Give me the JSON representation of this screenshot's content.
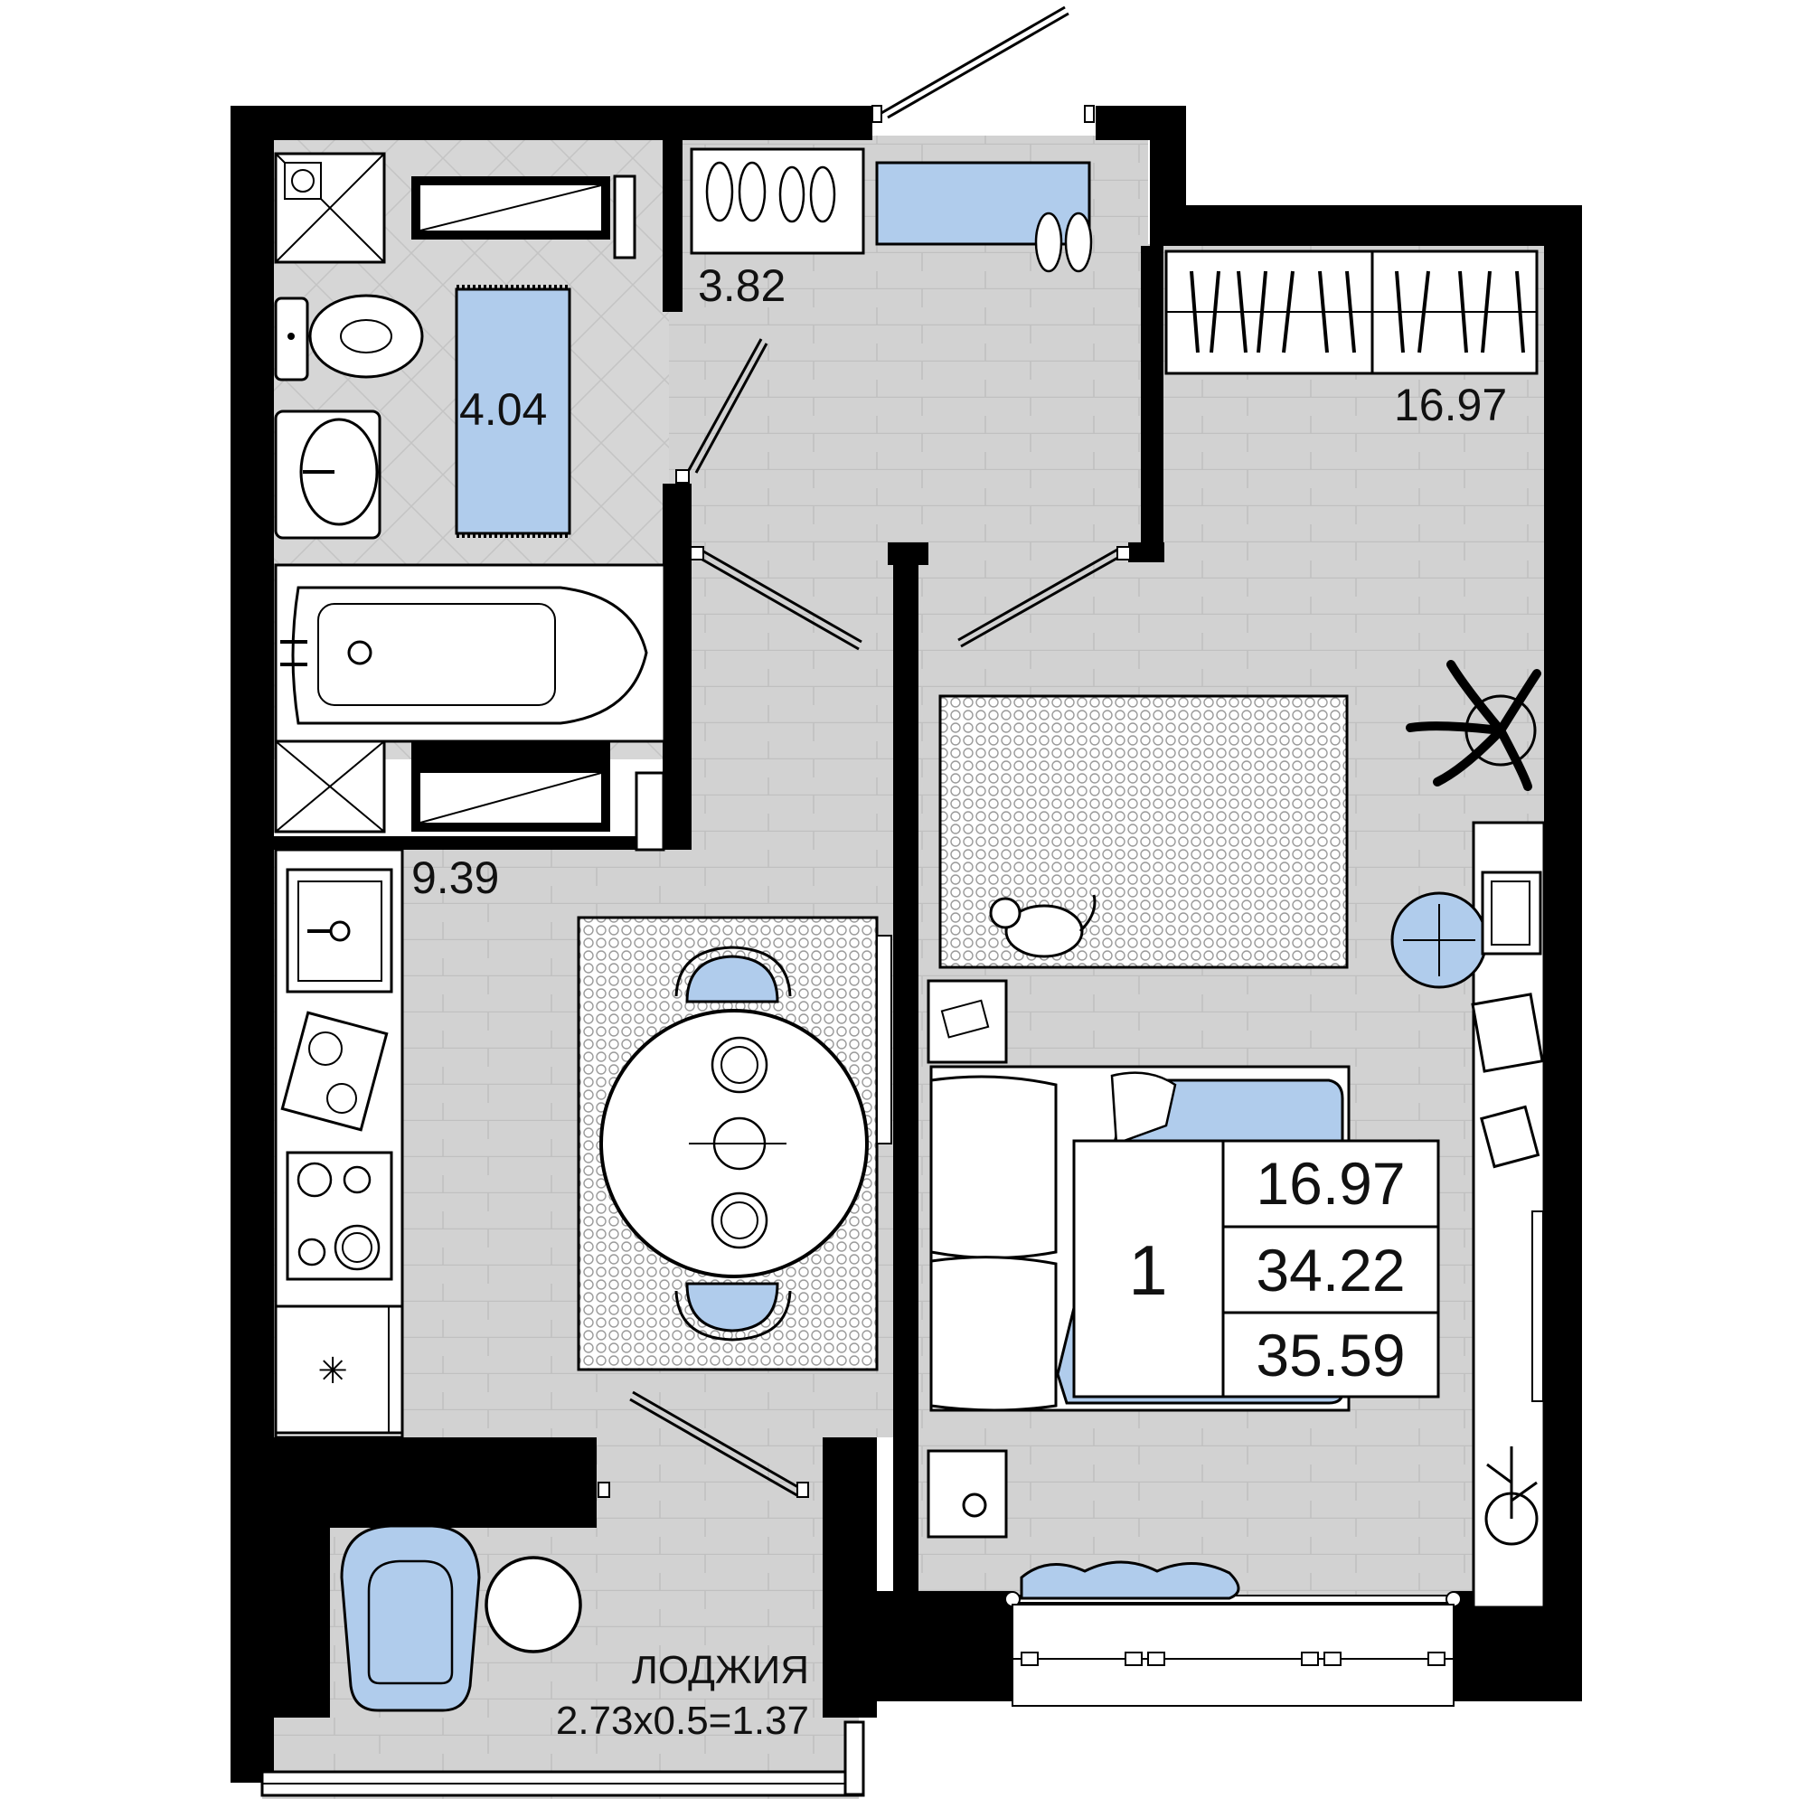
{
  "rooms": {
    "bathroom": {
      "area": "4.04"
    },
    "hallway": {
      "area": "3.82"
    },
    "bedroom": {
      "area": "16.97"
    },
    "kitchen": {
      "area": "9.39"
    },
    "loggia": {
      "name": "ЛОДЖИЯ",
      "formula": "2.73x0.5=1.37"
    }
  },
  "summary": {
    "rooms_count": "1",
    "living_area": "16.97",
    "total_area": "34.22",
    "area_with_loggia": "35.59"
  },
  "colors": {
    "wall": "#000000",
    "floor": "#d2d2d2",
    "accent": "#b0ccec"
  },
  "icons": [
    "toilet-icon",
    "sink-icon",
    "bathtub-icon",
    "shower-icon",
    "shoes-icon",
    "wardrobe-icon",
    "plant-icon",
    "cat-icon",
    "laptop-icon",
    "stove-icon",
    "armchair-icon",
    "round-table-icon"
  ]
}
